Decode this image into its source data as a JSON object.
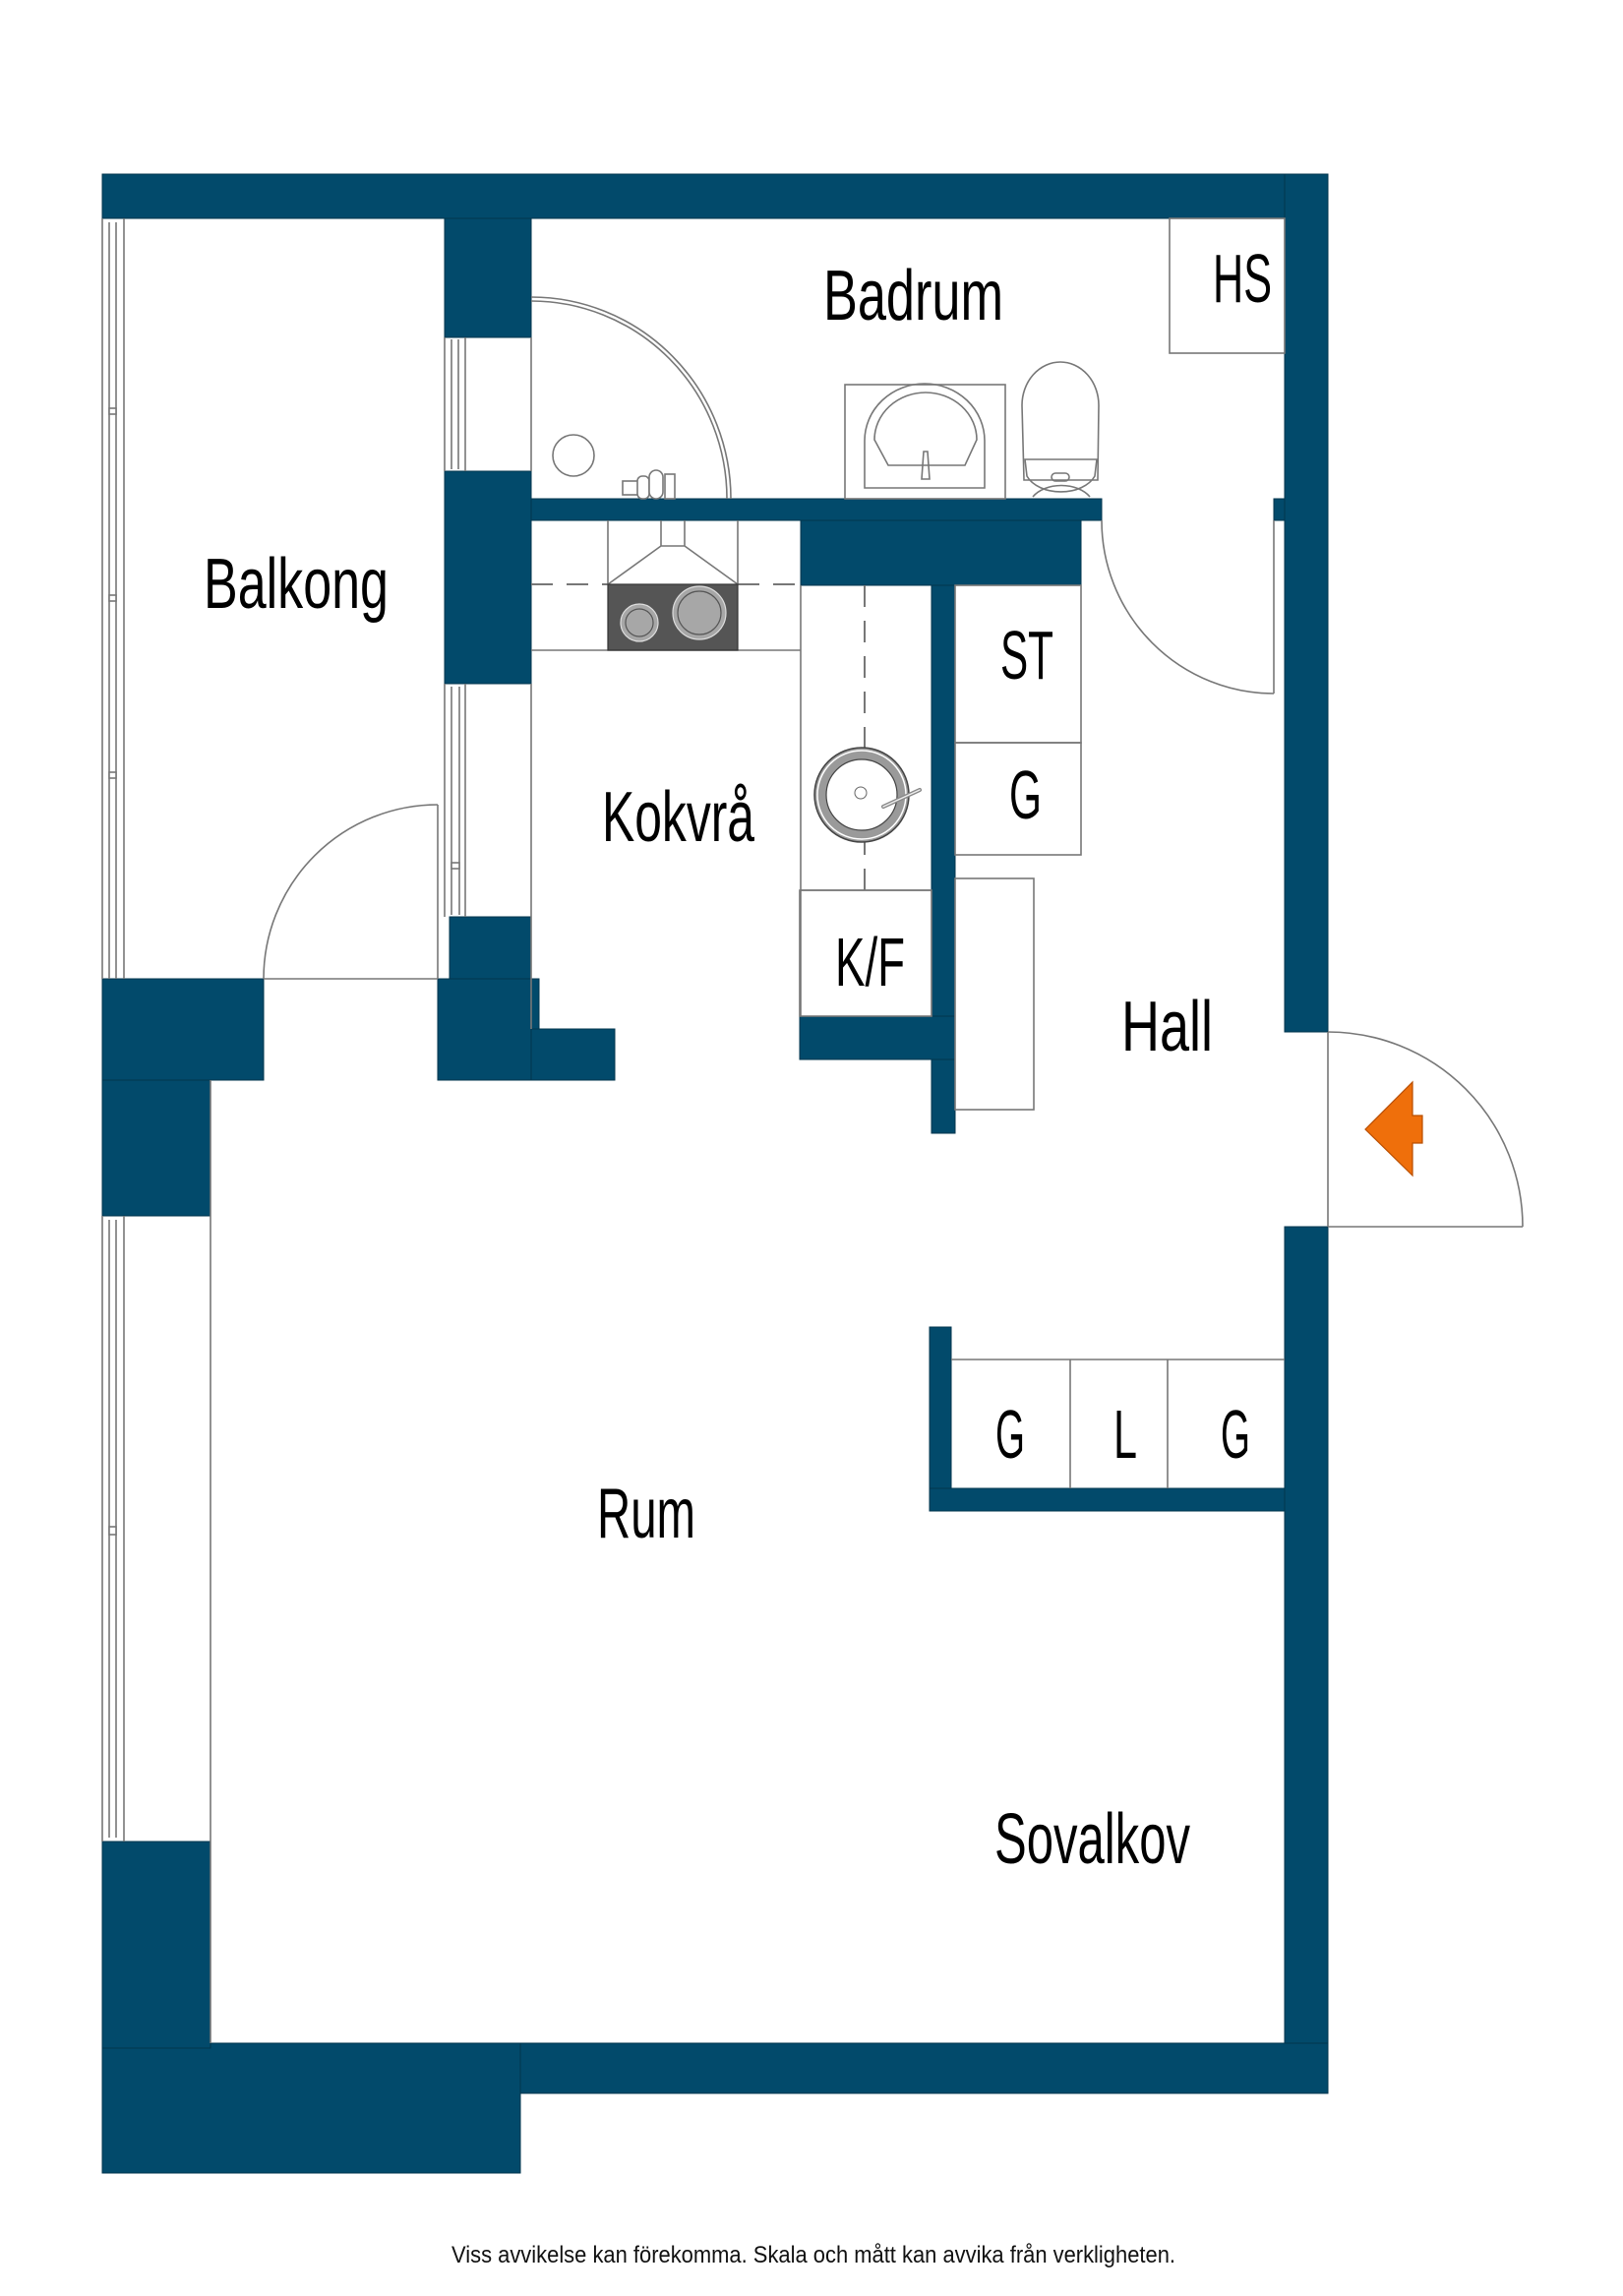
{
  "colors": {
    "wall": "#024a6b",
    "entrance_arrow": "#ef6f0b",
    "stove": "#555555",
    "burner": "#a7a7a7"
  },
  "rooms": {
    "badrum": "Badrum",
    "balkong": "Balkong",
    "kokvra": "Kokvrå",
    "hall": "Hall",
    "rum": "Rum",
    "sovalkov": "Sovalkov"
  },
  "fixtures": {
    "hs": "HS",
    "st": "ST",
    "g_kitchen": "G",
    "kf": "K/F",
    "closet_1": "G",
    "closet_2": "L",
    "closet_3": "G"
  },
  "icons": {
    "entrance": "entrance-arrow-icon"
  },
  "footer": {
    "disclaimer": "Viss avvikelse kan förekomma. Skala och mått kan avvika från verkligheten."
  }
}
